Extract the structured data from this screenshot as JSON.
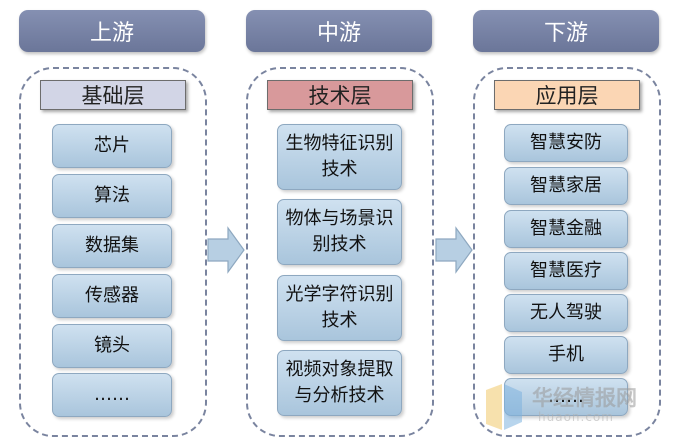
{
  "stages": [
    {
      "title": "上游",
      "layer": "基础层",
      "items": [
        "芯片",
        "算法",
        "数据集",
        "传感器",
        "镜头",
        "……"
      ]
    },
    {
      "title": "中游",
      "layer": "技术层",
      "items": [
        "生物特征识别技术",
        "物体与场景识别技术",
        "光学字符识别技术",
        "视频对象提取与分析技术"
      ]
    },
    {
      "title": "下游",
      "layer": "应用层",
      "items": [
        "智慧安防",
        "智慧家居",
        "智慧金融",
        "智慧医疗",
        "无人驾驶",
        "手机",
        "……"
      ]
    }
  ],
  "watermark": {
    "cn": "华经情报网",
    "en": "huaon.com"
  },
  "colors": {
    "header": "#7680a3",
    "base_layer_label": "#d2d5e6",
    "tech_layer_label": "#d8999b",
    "app_layer_label": "#fbd6b4",
    "item_box": "#bcd3e6",
    "arrow": "#a9c5dc"
  }
}
